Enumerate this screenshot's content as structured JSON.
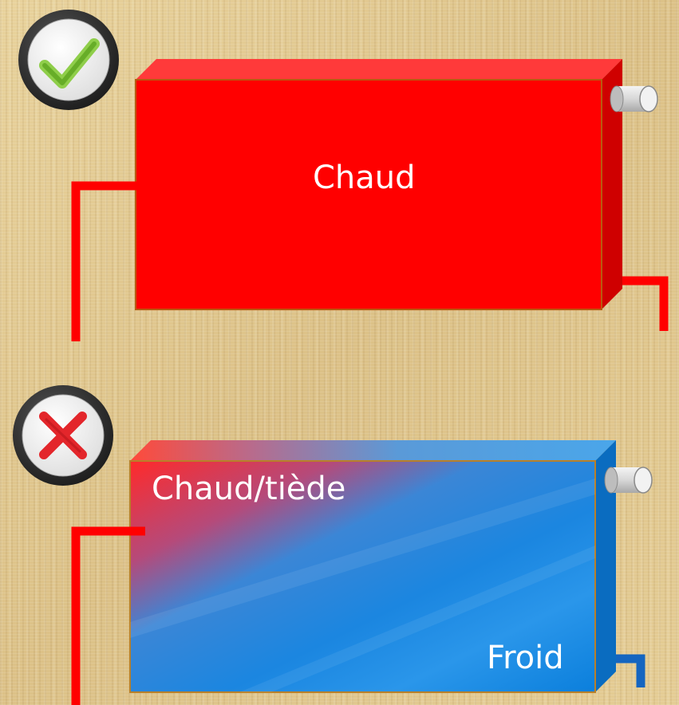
{
  "top_radiator": {
    "status": "correct",
    "label": "Chaud",
    "color": "#ff0000"
  },
  "bottom_radiator": {
    "status": "incorrect",
    "label_top": "Chaud/tiède",
    "label_bottom": "Froid",
    "colors": {
      "hot": "#ff2a2a",
      "cold": "#1b8fe8"
    }
  },
  "icons": {
    "top_badge": "check-icon",
    "bottom_badge": "cross-icon"
  },
  "colors": {
    "pipe_hot": "#ff0000",
    "pipe_cold": "#1565c0",
    "check_green": "#6fbf2e",
    "cross_red": "#e3262b",
    "badge_ring": "#2a2a2a"
  }
}
